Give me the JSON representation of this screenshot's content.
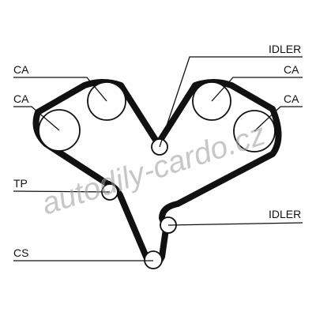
{
  "labels": {
    "ca_top_left": "CA",
    "ca_mid_left": "CA",
    "tp": "TP",
    "cs": "CS",
    "idler_top": "IDLER",
    "ca_top_right": "CA",
    "ca_mid_right": "CA",
    "idler_bottom": "IDLER"
  },
  "watermark": "autodily-cardo.cz"
}
